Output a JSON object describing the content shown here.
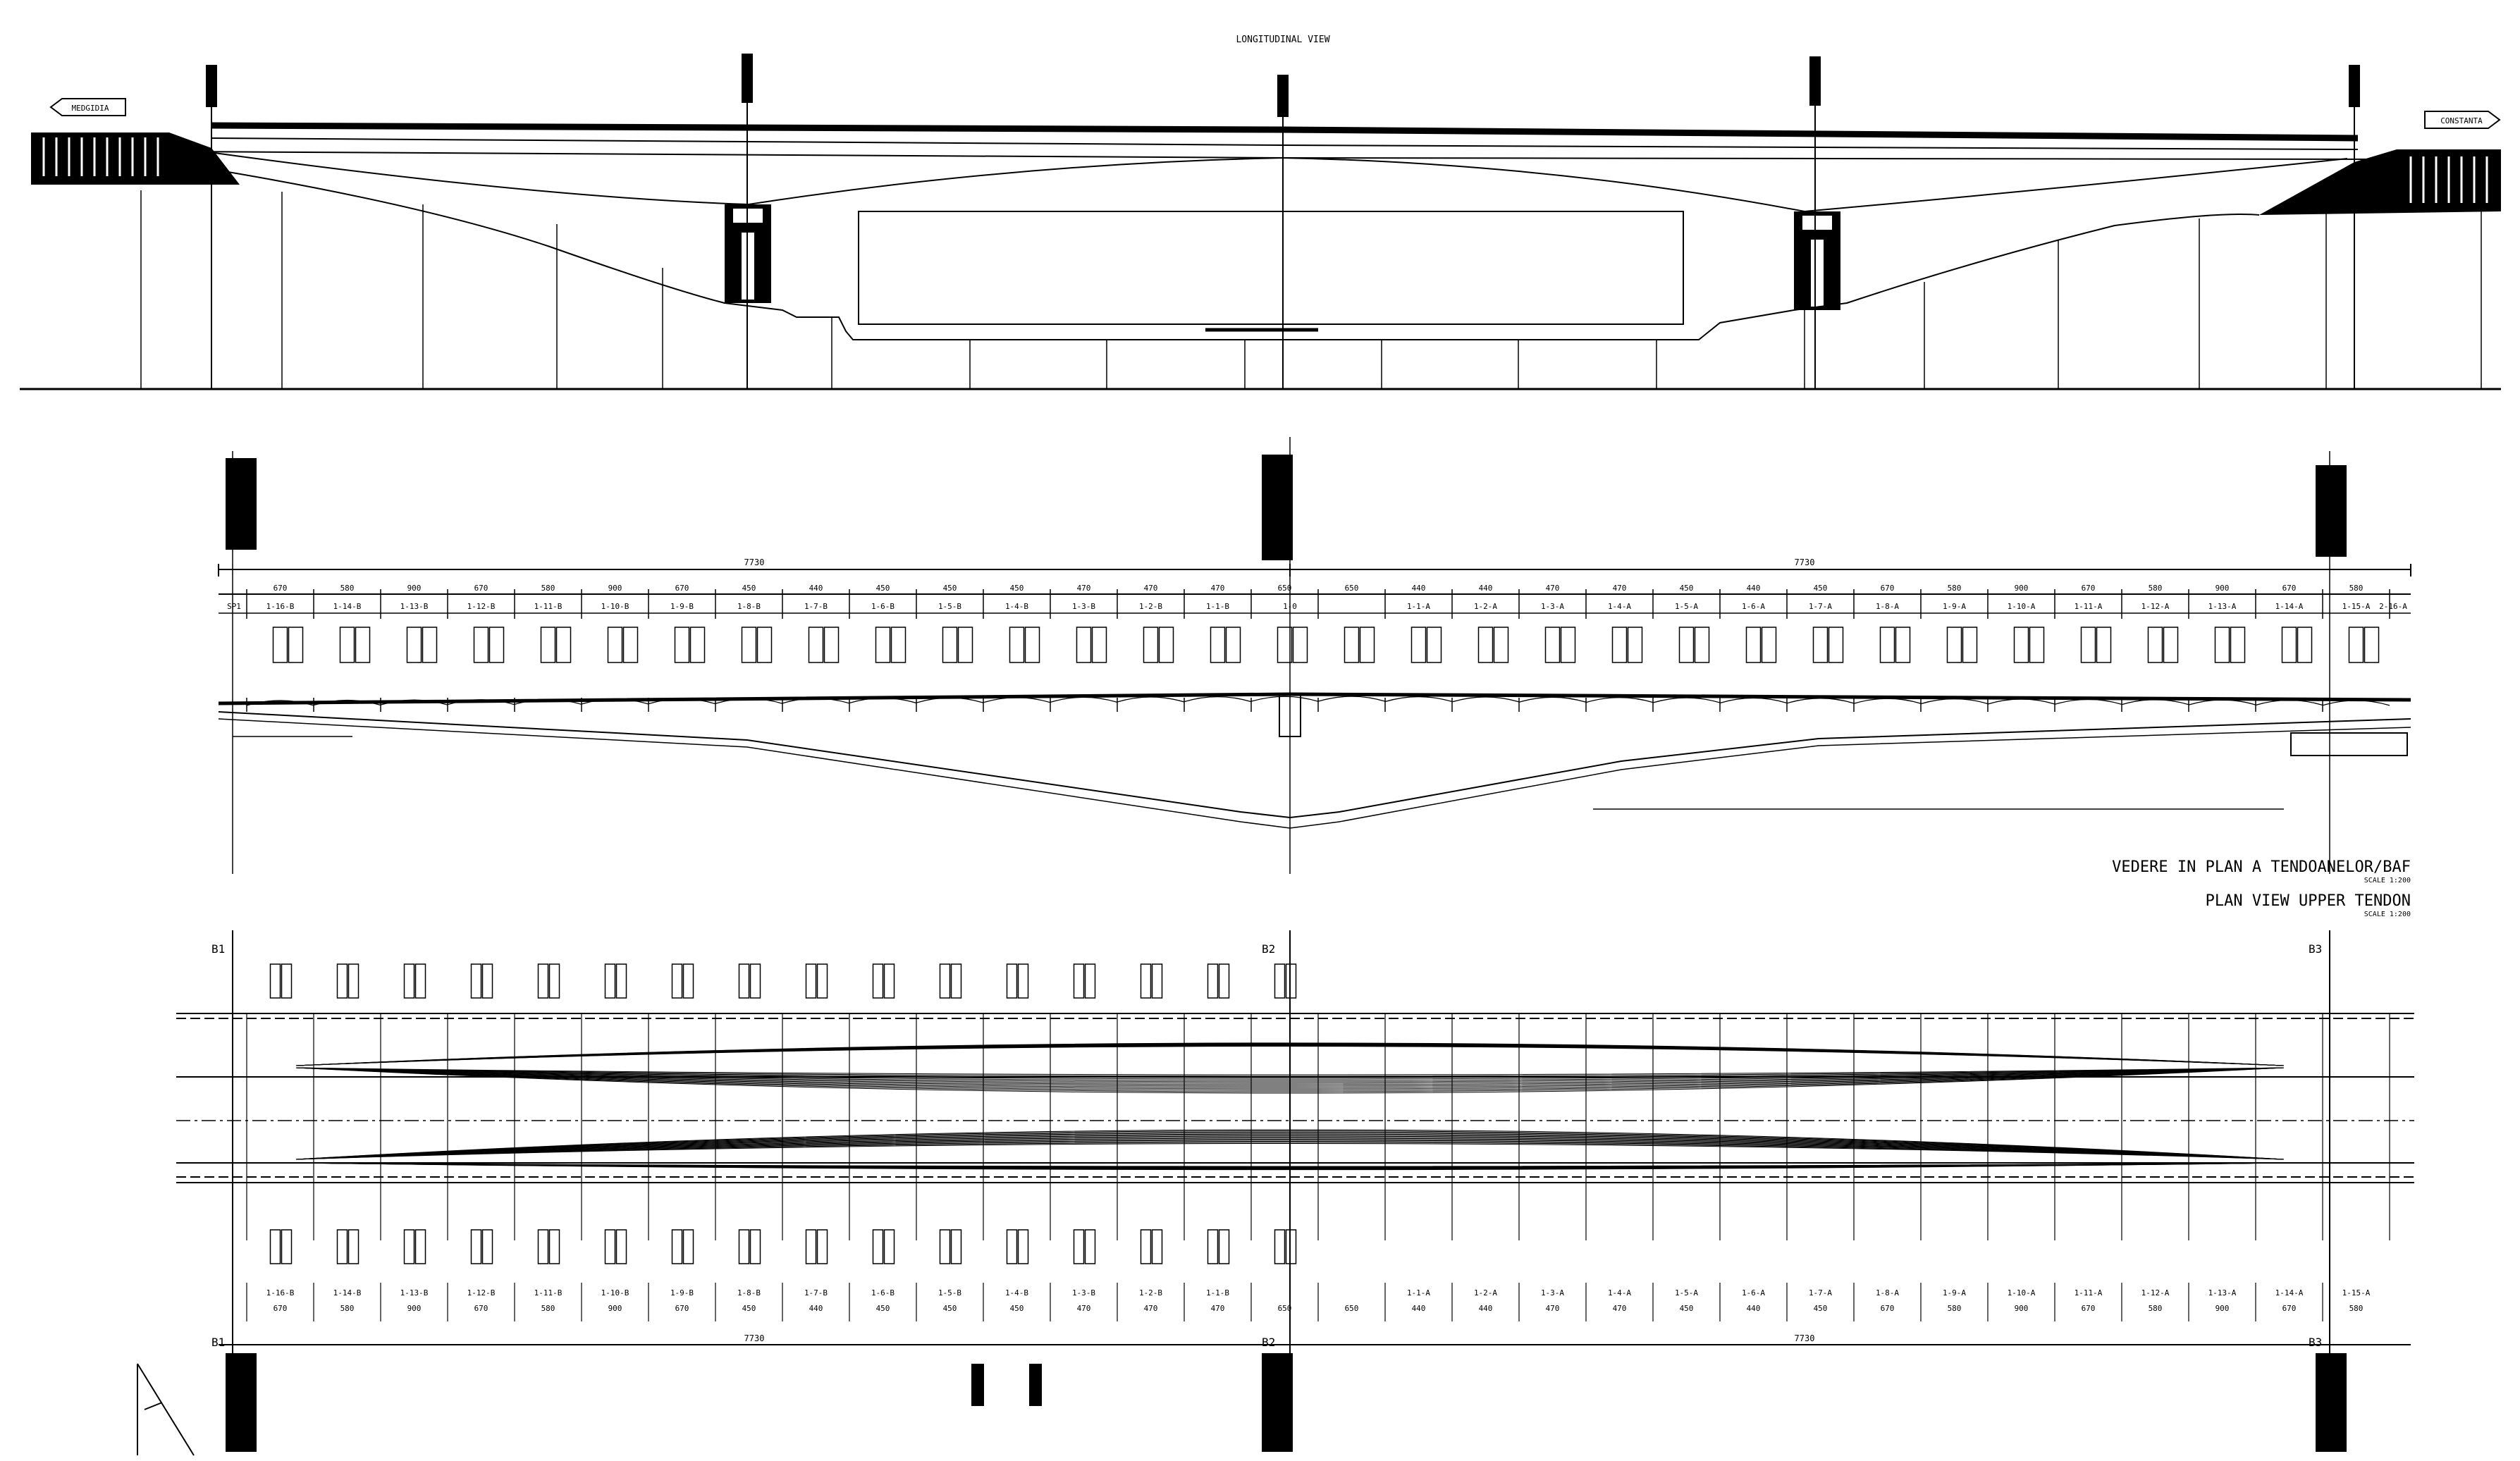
{
  "elevation": {
    "title": "LONGITUDINAL VIEW",
    "direction_left": "MEDGIDIA",
    "direction_right": "CONSTANTA"
  },
  "tendon_profile": {
    "total_left": "7730",
    "total_right": "7730",
    "left_segments": [
      {
        "label": "1-16-B",
        "dim": "670"
      },
      {
        "label": "1-14-B",
        "dim": "580"
      },
      {
        "label": "1-13-B",
        "dim": "900"
      },
      {
        "label": "1-12-B",
        "dim": "670"
      },
      {
        "label": "1-11-B",
        "dim": "580"
      },
      {
        "label": "1-10-B",
        "dim": "900"
      },
      {
        "label": "1-9-B",
        "dim": "670"
      },
      {
        "label": "1-8-B",
        "dim": "450"
      },
      {
        "label": "1-7-B",
        "dim": "440"
      },
      {
        "label": "1-6-B",
        "dim": "450"
      },
      {
        "label": "1-5-B",
        "dim": "450"
      },
      {
        "label": "1-4-B",
        "dim": "450"
      },
      {
        "label": "1-3-B",
        "dim": "470"
      },
      {
        "label": "1-2-B",
        "dim": "470"
      },
      {
        "label": "1-1-B",
        "dim": "470"
      },
      {
        "label": "",
        "dim": "650"
      }
    ],
    "center_label": "1-0",
    "right_segments": [
      {
        "label": "",
        "dim": "650"
      },
      {
        "label": "1-1-A",
        "dim": "440"
      },
      {
        "label": "1-2-A",
        "dim": "440"
      },
      {
        "label": "1-3-A",
        "dim": "470"
      },
      {
        "label": "1-4-A",
        "dim": "470"
      },
      {
        "label": "1-5-A",
        "dim": "450"
      },
      {
        "label": "1-6-A",
        "dim": "440"
      },
      {
        "label": "1-7-A",
        "dim": "450"
      },
      {
        "label": "1-8-A",
        "dim": "670"
      },
      {
        "label": "1-9-A",
        "dim": "580"
      },
      {
        "label": "1-10-A",
        "dim": "900"
      },
      {
        "label": "1-11-A",
        "dim": "670"
      },
      {
        "label": "1-12-A",
        "dim": "580"
      },
      {
        "label": "1-13-A",
        "dim": "900"
      },
      {
        "label": "1-14-A",
        "dim": "670"
      },
      {
        "label": "1-15-A",
        "dim": "580"
      }
    ],
    "right_end_label": "2-16-A",
    "left_end_label": "SP1"
  },
  "plan_view": {
    "title_ro": "VEDERE IN PLAN A TENDOANELOR/BAF",
    "title_en": "PLAN VIEW UPPER TENDON",
    "scale": "SCALE 1:200",
    "b1_label": "B1",
    "b2_label": "B2",
    "b3_label": "B3",
    "total_left": "7730",
    "total_right": "7730"
  }
}
